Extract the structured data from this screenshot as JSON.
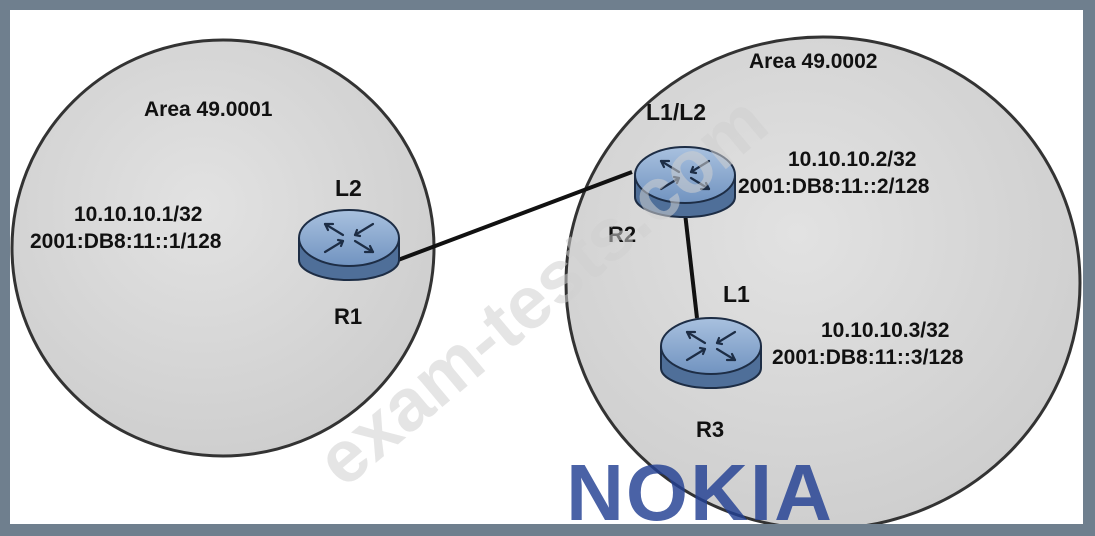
{
  "areas": [
    {
      "label": "Area 49.0001"
    },
    {
      "label": "Area 49.0002"
    }
  ],
  "routers": {
    "r1": {
      "name": "R1",
      "level": "L2",
      "ipv4": "10.10.10.1/32",
      "ipv6": "2001:DB8:11::1/128"
    },
    "r2": {
      "name": "R2",
      "level": "L1/L2",
      "ipv4": "10.10.10.2/32",
      "ipv6": "2001:DB8:11::2/128"
    },
    "r3": {
      "name": "R3",
      "level": "L1",
      "ipv4": "10.10.10.3/32",
      "ipv6": "2001:DB8:11::3/128"
    }
  },
  "watermark": "exam-tests.com",
  "brand": "NOKIA",
  "colors": {
    "area_fill": "#d8d8d8",
    "router_top": "#7a9cc6",
    "router_side": "#4f6f99",
    "link": "#111111",
    "brand": "#223f93"
  }
}
